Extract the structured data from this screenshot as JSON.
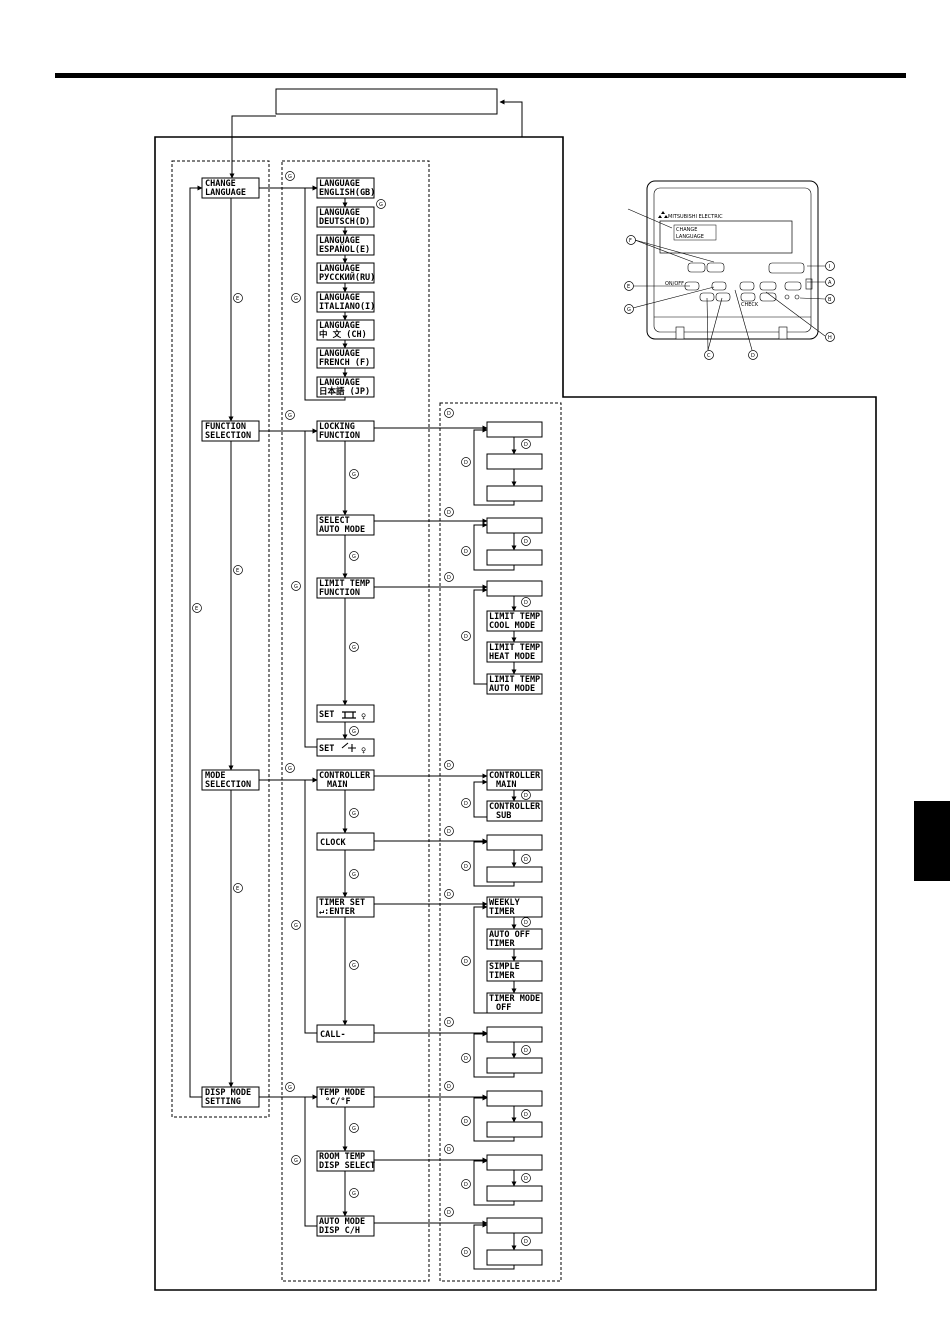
{
  "remote": {
    "brand": "MITSUBISHI ELECTRIC",
    "screen_line1": "CHANGE",
    "screen_line2": "LANGUAGE",
    "on_off_label": "ON/OFF",
    "check_label": "CHECK"
  },
  "callouts": {
    "A": "A",
    "B": "B",
    "C": "C",
    "D": "D",
    "E": "E",
    "F": "F",
    "G": "G",
    "H": "H",
    "I": "I"
  },
  "menus": {
    "change_language": [
      "CHANGE",
      "LANGUAGE"
    ],
    "function_selection": [
      "FUNCTION",
      "SELECTION"
    ],
    "mode_selection": [
      "MODE",
      "SELECTION"
    ],
    "disp_mode_setting": [
      "DISP MODE",
      "SETTING"
    ]
  },
  "languages": [
    [
      "LANGUAGE",
      "ENGLISH(GB)"
    ],
    [
      "LANGUAGE",
      "DEUTSCH(D)"
    ],
    [
      "LANGUAGE",
      "ESPAÑOL(E)"
    ],
    [
      "LANGUAGE",
      "РУССКИЙ(RU)"
    ],
    [
      "LANGUAGE",
      "ITALIANO(I)"
    ],
    [
      "LANGUAGE",
      "中 文 (CH)"
    ],
    [
      "LANGUAGE",
      "FRENCH (F)"
    ],
    [
      "LANGUAGE",
      "日本語 (JP)"
    ]
  ],
  "functions": {
    "locking": [
      "LOCKING",
      "FUNCTION"
    ],
    "select_auto": [
      "SELECT",
      "AUTO MODE"
    ],
    "limit_temp": [
      "LIMIT TEMP",
      "FUNCTION"
    ],
    "set1": "SET",
    "set2": "SET"
  },
  "limit_options": [
    [
      "LIMIT TEMP",
      "COOL MODE"
    ],
    [
      "LIMIT TEMP",
      "HEAT MODE"
    ],
    [
      "LIMIT TEMP",
      "AUTO MODE"
    ]
  ],
  "modes": {
    "controller": [
      "CONTROLLER",
      "MAIN"
    ],
    "clock": "CLOCK",
    "timer_set": [
      "TIMER SET",
      "↵:ENTER"
    ],
    "call": "CALL-"
  },
  "controller_options": [
    [
      "CONTROLLER",
      "MAIN"
    ],
    [
      "CONTROLLER",
      "SUB"
    ]
  ],
  "timer_options": [
    [
      "WEEKLY",
      "TIMER"
    ],
    [
      "AUTO OFF",
      "TIMER"
    ],
    [
      "SIMPLE",
      "TIMER"
    ],
    [
      "TIMER MODE",
      "OFF"
    ]
  ],
  "disp": {
    "temp_mode": [
      "TEMP MODE",
      "°C/°F"
    ],
    "room_temp": [
      "ROOM TEMP",
      "DISP SELECT"
    ],
    "auto_mode": [
      "AUTO MODE",
      "DISP C/H"
    ]
  }
}
